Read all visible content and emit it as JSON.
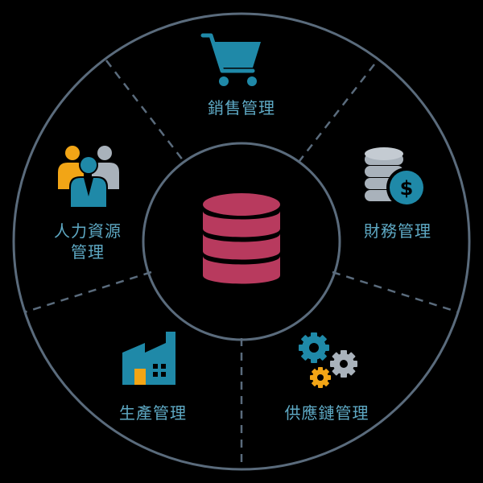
{
  "colors": {
    "background": "#000000",
    "ring_stroke": "#5a6b7c",
    "label": "#5ea9c4",
    "database": "#b83a5e",
    "icon_teal": "#1f89a8",
    "icon_gray": "#a9b2bb",
    "icon_gold": "#f2a516"
  },
  "center": {
    "icon": "database-icon"
  },
  "segments": {
    "sales": {
      "label": "銷售管理",
      "icon": "shopping-cart-icon"
    },
    "finance": {
      "label": "財務管理",
      "icon": "coins-dollar-icon"
    },
    "supply_chain": {
      "label": "供應鏈管理",
      "icon": "gears-icon"
    },
    "production": {
      "label": "生產管理",
      "icon": "factory-icon"
    },
    "hr": {
      "label_line1": "人力資源",
      "label_line2": "管理",
      "icon": "people-icon"
    }
  }
}
